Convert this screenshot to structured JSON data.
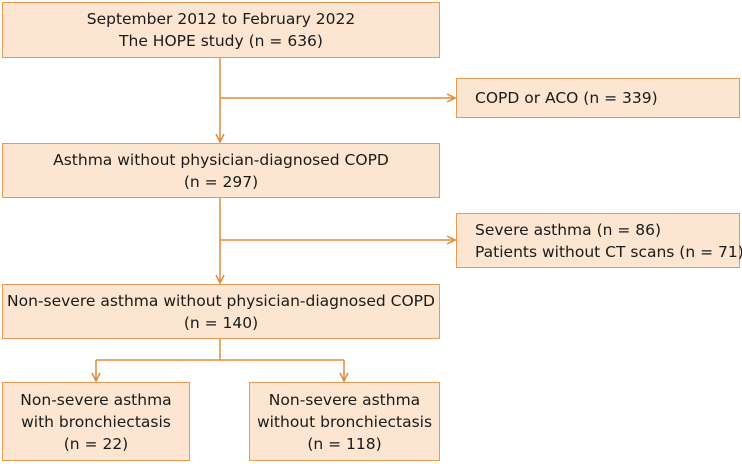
{
  "boxes": {
    "hope_study": [
      "September 2012 to February 2022",
      "The HOPE study (n = 636)"
    ],
    "copd_aco": [
      "COPD or ACO (n = 339)"
    ],
    "asthma_without_copd": [
      "Asthma without physician-diagnosed COPD",
      "(n = 297)"
    ],
    "excluded_severe": [
      "Severe asthma (n = 86)",
      "Patients without CT scans (n = 71)"
    ],
    "non_severe_asthma": [
      "Non-severe asthma without physician-diagnosed COPD",
      "(n = 140)"
    ],
    "with_bronchiectasis": [
      "Non-severe asthma",
      "with bronchiectasis",
      "(n = 22)"
    ],
    "without_bronchiectasis": [
      "Non-severe asthma",
      "without bronchiectasis",
      "(n = 118)"
    ]
  },
  "colors": {
    "box_fill": "#fce6d2",
    "box_border": "#e59a55",
    "connector": "#e08a3c"
  }
}
